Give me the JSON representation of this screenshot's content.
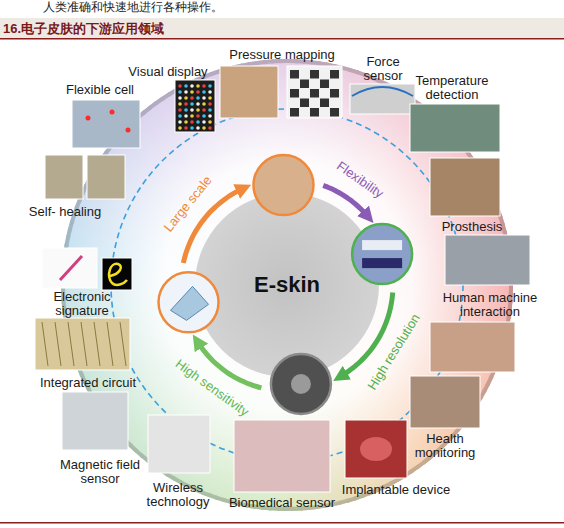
{
  "diagram": {
    "title": "16.电子皮肤的下游应用领域",
    "nodes": [
      {
        "text": [
          "E-skin"
        ]
      }
    ],
    "labels": [
      "人类准确和快速地进行各种操作。",
      "Flexible cell",
      "Visual display",
      "Pressure mapping",
      "Force sensor",
      "Temperature detection",
      "Prosthesis",
      "Human machine interaction",
      "Health monitoring",
      "Implantable device",
      "Biomedical sensor",
      "Wireless technology",
      "Magnetic field sensor",
      "Integrated circuit",
      "Electronic signature",
      "Self- healing",
      "Large scale",
      "Flexibility",
      "High resolution",
      "High sensitivity"
    ]
  }
}
